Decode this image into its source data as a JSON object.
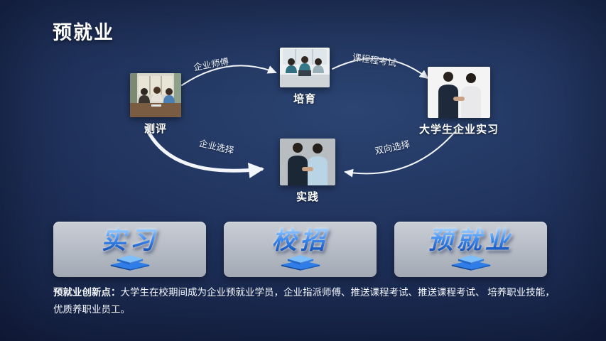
{
  "slide": {
    "title": "预就业"
  },
  "diagram": {
    "nodes": [
      {
        "label": "测评"
      },
      {
        "label": "培育"
      },
      {
        "label": "大学生企业实习"
      },
      {
        "label": "实践"
      }
    ],
    "edges": [
      {
        "label": "企业师傅"
      },
      {
        "label": "课程程考试"
      },
      {
        "label": "企业选择"
      },
      {
        "label": "双向选择"
      }
    ]
  },
  "buttons": [
    {
      "label": "实习"
    },
    {
      "label": "校招"
    },
    {
      "label": "预就业"
    }
  ],
  "footer": {
    "label": "预就业创新点：",
    "text": "大学生在校期间成为企业预就业学员，企业指派师傅、推送课程考试、推送课程考试、 培养职业技能，优质养职业员工。"
  },
  "colors": {
    "background": "#1d2e57",
    "accent_blue": "#2f7de8",
    "card_gray": "#b2b8c2",
    "text_white": "#ffffff"
  }
}
